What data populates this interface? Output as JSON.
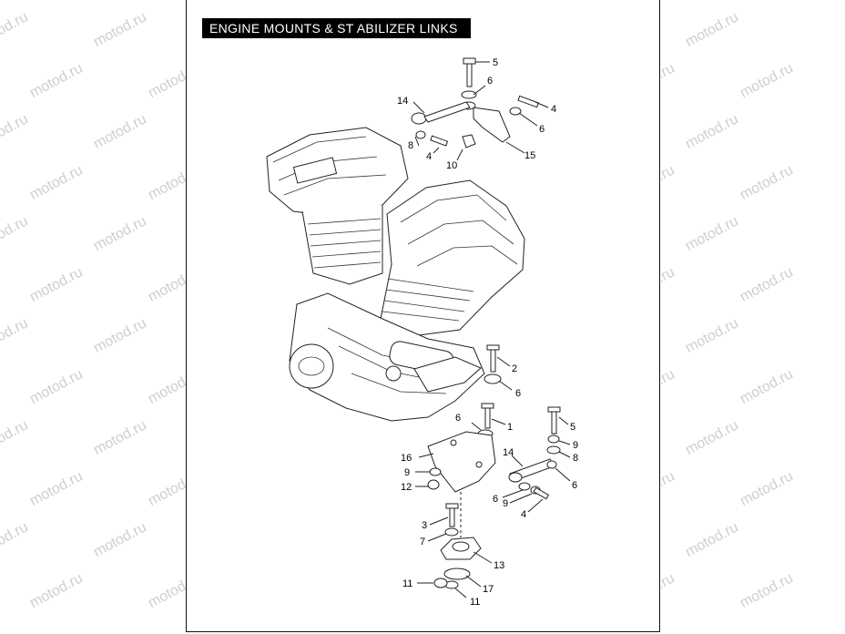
{
  "title": "ENGINE MOUNTS & ST ABILIZER LINKS",
  "watermark_text": "motod.ru",
  "callouts": {
    "c5a": "5",
    "c6a": "6",
    "c14a": "14",
    "c4a": "4",
    "c6b": "6",
    "c8a": "8",
    "c4b": "4",
    "c10": "10",
    "c15": "15",
    "c2": "2",
    "c6c": "6",
    "c6d": "6",
    "c1": "1",
    "c5b": "5",
    "c9a": "9",
    "c8b": "8",
    "c16": "16",
    "c14b": "14",
    "c9b": "9",
    "c6e": "6",
    "c12": "12",
    "c6f": "6",
    "c9c": "9",
    "c4c": "4",
    "c3": "3",
    "c7": "7",
    "c13": "13",
    "c11a": "11",
    "c17": "17",
    "c11b": "11"
  }
}
